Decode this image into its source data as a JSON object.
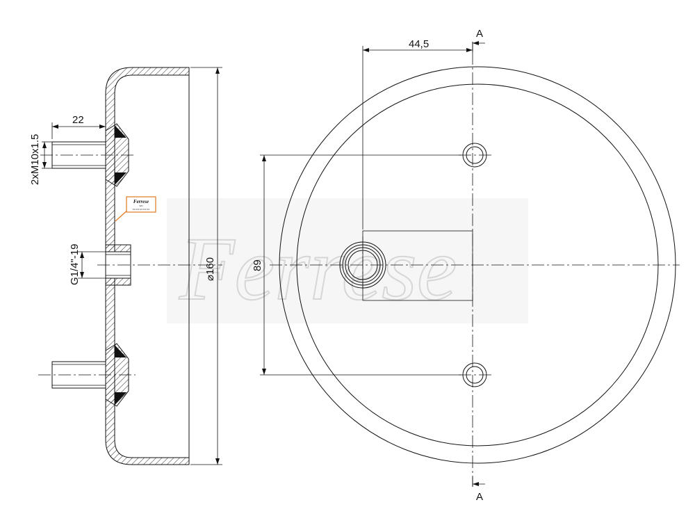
{
  "watermark": {
    "text": "Ferrese"
  },
  "logo_label": {
    "brand": "Ferrese",
    "line1": "S/N",
    "line2": "0 0 0 0 0 0 0 0 0 0"
  },
  "dimensions": {
    "side_length": "22",
    "thread_bolt": "2xM10x1.5",
    "thread_pipe": "G1/4\"-19",
    "diameter": "⌀160",
    "front_offset": "44,5",
    "bolt_spacing": "89"
  },
  "section_markers": {
    "top": "A",
    "bottom": "A"
  },
  "colors": {
    "line": "#111111",
    "watermark": "#d6d6d6",
    "leader": "#e07a20"
  }
}
